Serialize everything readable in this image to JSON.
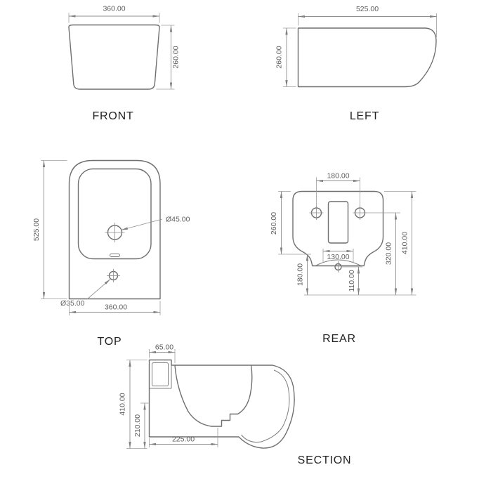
{
  "views": {
    "front": {
      "label": "FRONT",
      "width_dim": "360.00",
      "height_dim": "260.00"
    },
    "left": {
      "label": "LEFT",
      "width_dim": "525.00",
      "height_dim": "260.00"
    },
    "top": {
      "label": "TOP",
      "depth_dim": "525.00",
      "width_dim": "360.00",
      "drain_dia": "Ø45.00",
      "tap_dia": "Ø35.00"
    },
    "rear": {
      "label": "REAR",
      "hole_spacing_dim": "180.00",
      "body_height_dim": "260.00",
      "lower_height_dim": "180.00",
      "inner_width_dim": "130.00",
      "drain_height_dim": "110.00",
      "hole_height_dim": "320.00",
      "total_height_dim": "410.00"
    },
    "section": {
      "label": "SECTION",
      "rim_dim": "65.00",
      "total_height_dim": "410.00",
      "basin_depth_dim": "210.00",
      "basin_length_dim": "225.00"
    }
  }
}
